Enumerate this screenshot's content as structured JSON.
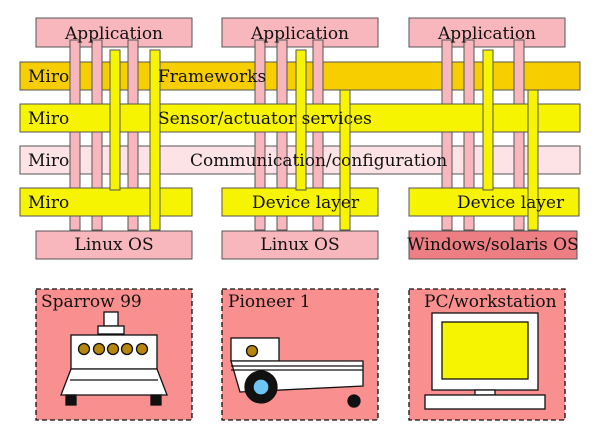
{
  "colors": {
    "app_box": "#f8b7bd",
    "frameworks_band": "#f7cf00",
    "sensor_band": "#f6f400",
    "comm_band": "#fde2e6",
    "device_band": "#f6f400",
    "os_box": "#f8b7bd",
    "os_box_dark": "#ec7e84",
    "robot_panel": "#fa8f8f",
    "screen": "#f6f400",
    "wheel_blue": "#6ec4f2"
  },
  "applications": [
    "Application",
    "Application",
    "Application"
  ],
  "layers": {
    "frameworks": {
      "left_label": "Miro",
      "label": "Frameworks"
    },
    "sensor": {
      "left_label": "Miro",
      "label": "Sensor/actuator services"
    },
    "communication": {
      "left_label": "Miro",
      "label": "Communication/configuration"
    },
    "device": {
      "left_label": "Miro",
      "labels": [
        "Device layer",
        "Device layer"
      ]
    }
  },
  "os": [
    "Linux OS",
    "Linux OS",
    "Windows/solaris OS"
  ],
  "platforms": [
    {
      "label": "Sparrow 99",
      "icon": "sparrow-robot-icon"
    },
    {
      "label": "Pioneer 1",
      "icon": "pioneer-robot-icon"
    },
    {
      "label": "PC/workstation",
      "icon": "workstation-icon"
    }
  ]
}
